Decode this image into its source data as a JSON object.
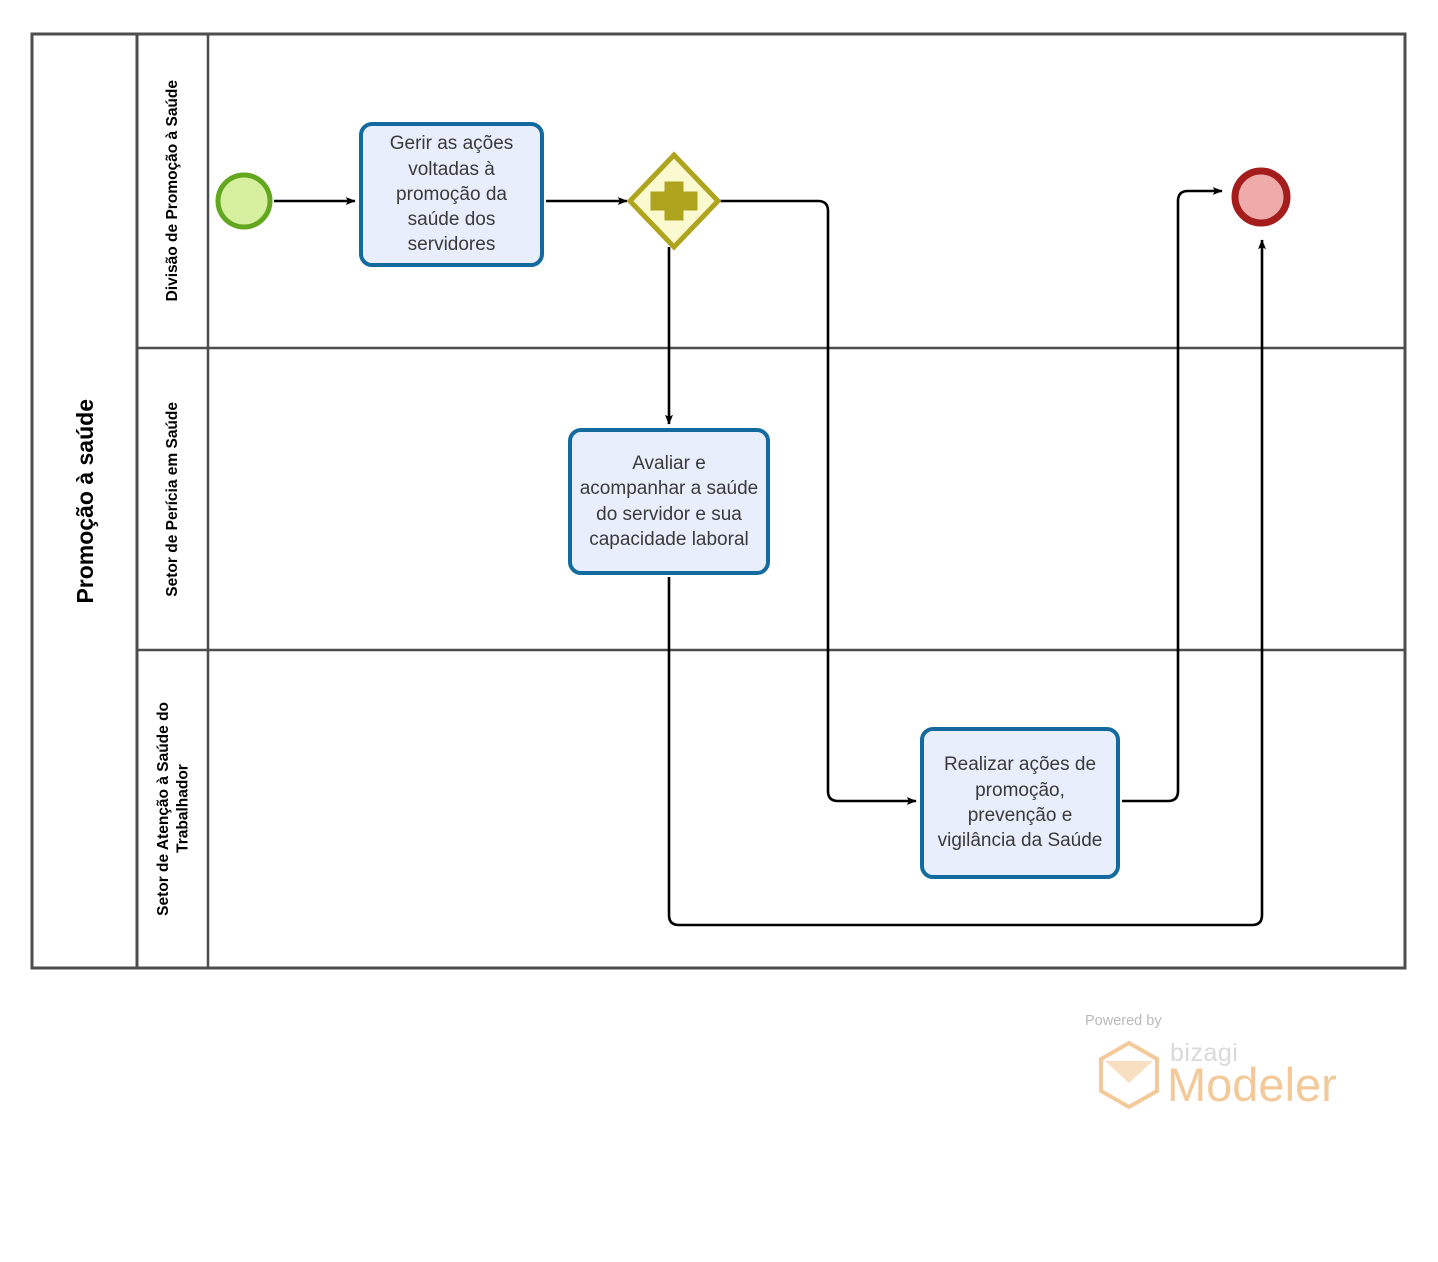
{
  "diagram": {
    "type": "bpmn-process-diagram",
    "pool": {
      "label": "Promoção à saúde"
    },
    "lanes": [
      {
        "id": "lane-divisao",
        "label": "Divisão de Promoção à Saúde"
      },
      {
        "id": "lane-pericia",
        "label": "Setor de Perícia em Saúde"
      },
      {
        "id": "lane-atencao",
        "label": "Setor de Atenção à Saúde do\nTrabalhador"
      }
    ],
    "events": [
      {
        "id": "start-event",
        "kind": "start",
        "label": "",
        "fill": "#D7F0A0",
        "stroke": "#62A71E"
      },
      {
        "id": "end-event",
        "kind": "end",
        "label": "",
        "fill": "#EFAAAA",
        "stroke": "#A41C1C"
      }
    ],
    "gateways": [
      {
        "id": "parallel-gateway",
        "kind": "parallel",
        "symbol": "+",
        "fill": "#FBF9D0",
        "stroke": "#AFA41E"
      }
    ],
    "tasks": [
      {
        "id": "task-gerir",
        "label": "Gerir as ações voltadas à promoção da saúde dos servidores",
        "lane": "lane-divisao"
      },
      {
        "id": "task-avaliar",
        "label": "Avaliar e acompanhar a saúde do servidor e sua capacidade laboral",
        "lane": "lane-pericia"
      },
      {
        "id": "task-realizar",
        "label": "Realizar ações de promoção, prevenção e vigilância da Saúde",
        "lane": "lane-atencao"
      }
    ],
    "flows": [
      {
        "id": "flow-start-to-gerir",
        "from": "start-event",
        "to": "task-gerir"
      },
      {
        "id": "flow-gerir-to-gateway",
        "from": "task-gerir",
        "to": "parallel-gateway"
      },
      {
        "id": "flow-gateway-to-avaliar",
        "from": "parallel-gateway",
        "to": "task-avaliar"
      },
      {
        "id": "flow-gateway-to-realizar",
        "from": "parallel-gateway",
        "to": "task-realizar"
      },
      {
        "id": "flow-realizar-to-end",
        "from": "task-realizar",
        "to": "end-event"
      },
      {
        "id": "flow-avaliar-to-end",
        "from": "task-avaliar",
        "to": "end-event"
      }
    ],
    "colors": {
      "task_fill": "#E9EEFC",
      "task_border": "#136A9F",
      "task_text": "#3A3A3A",
      "lane_border": "#4D4D4D",
      "connector": "#000000",
      "brand_orange": "#F3C999"
    }
  },
  "footer": {
    "powered_by": "Powered by",
    "brand": "bizagi",
    "product": "Modeler"
  }
}
